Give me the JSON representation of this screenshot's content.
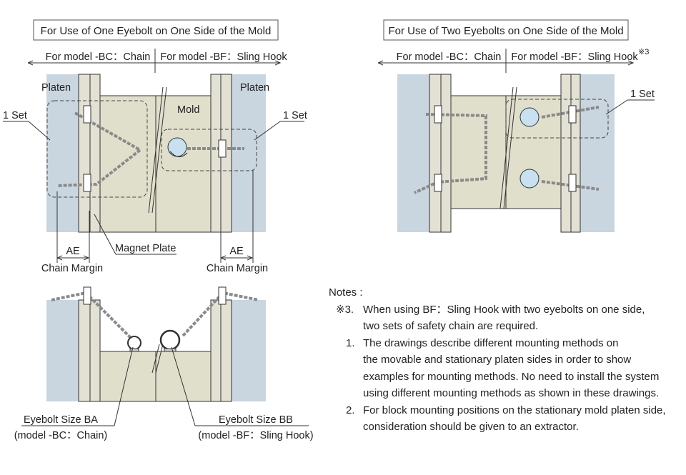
{
  "titles": {
    "left": "For Use of One Eyebolt on One Side of the Mold",
    "right": "For Use of Two Eyebolts on One Side of the Mold"
  },
  "model_labels": {
    "bc": "For model -BC：Chain",
    "bf": "For model -BF：Sling Hook",
    "note_ref": "※3"
  },
  "parts": {
    "platen": "Platen",
    "mold": "Mold",
    "one_set": "1 Set",
    "ae": "AE",
    "chain_margin": "Chain Margin",
    "magnet_plate": "Magnet Plate"
  },
  "eyebolts": {
    "ba_title": "Eyebolt Size BA",
    "ba_sub": "(model -BC：Chain)",
    "bb_title": "Eyebolt Size BB",
    "bb_sub": "(model -BF：Sling Hook)"
  },
  "notes": {
    "heading": "Notes :",
    "items": [
      {
        "marker": "※3.",
        "lines": [
          "When using BF：Sling Hook with two eyebolts on one side,",
          "two sets of safety chain are required."
        ]
      },
      {
        "marker": "1.",
        "lines": [
          "The drawings describe different mounting methods on",
          "the movable and stationary platen sides in order to show",
          "examples for mounting methods. No need to install the system",
          "using different mounting methods as shown in these drawings."
        ]
      },
      {
        "marker": "2.",
        "lines": [
          "For block mounting positions on the stationary mold platen side,",
          "consideration should be given to an extractor."
        ]
      }
    ]
  },
  "colors": {
    "platen": "#c9d5df",
    "plate": "#e3e1d4",
    "mold": "#e0dfcc",
    "outline": "#333333",
    "hook": "#c8e0ef",
    "chain": "#8a8a8a"
  }
}
